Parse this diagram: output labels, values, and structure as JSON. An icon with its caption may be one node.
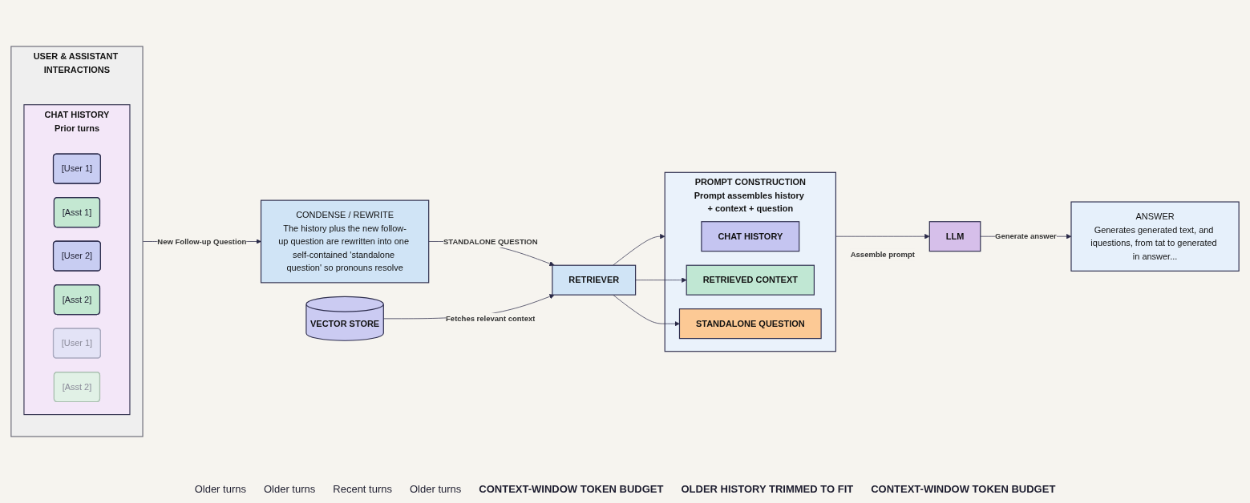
{
  "diagram": {
    "nodes": [
      {
        "text": [
          "USER & ASSISTANT INTERACTIONS"
        ]
      },
      {
        "text": [
          "CHAT HISTORY",
          "Prior turns"
        ],
        "in": 0
      },
      {
        "text": [
          "[User 1]"
        ],
        "in": 1
      },
      {
        "text": [
          "[Asst 1]"
        ],
        "in": 1
      },
      {
        "text": [
          "[User 2]"
        ],
        "in": 1
      },
      {
        "text": [
          "[Asst 2]"
        ],
        "in": 1
      },
      {
        "text": [
          "[User 1]"
        ],
        "in": 1
      },
      {
        "text": [
          "[Asst 2]"
        ],
        "in": 1
      },
      {
        "text": [
          "CONDENSE / REWRITE",
          "The history plus the new follow-up question are rewritten into one self-contained 'standalone question' so pronouns resolve"
        ]
      },
      {
        "text": [
          "RETRIEVER"
        ]
      },
      {
        "text": [
          "VECTOR STORE"
        ]
      },
      {
        "text": [
          "PROMPT CONSTRUCTION",
          "Prompt assembles history + context + question"
        ]
      },
      {
        "text": [
          "CHAT HISTORY"
        ],
        "in": 11
      },
      {
        "text": [
          "RETRIEVED CONTEXT"
        ],
        "in": 11
      },
      {
        "text": [
          "STANDALONE QUESTION"
        ],
        "in": 11
      },
      {
        "text": [
          "LLM"
        ]
      },
      {
        "text": [
          "ANSWER",
          "Generates generated text, and iquestions, from tat to generated in answer..."
        ]
      }
    ],
    "edges": [
      {
        "from": 0,
        "to": 8,
        "arrow": "to",
        "label": "New Follow-up Question"
      },
      {
        "from": 8,
        "to": 9,
        "arrow": "to",
        "label": "STANDALONE QUESTION"
      },
      {
        "from": 10,
        "to": 9,
        "arrow": "to",
        "label": "Fetches relevant context"
      },
      {
        "from": 9,
        "to": 11,
        "arrow": "to"
      },
      {
        "from": 9,
        "to": 13,
        "arrow": "to"
      },
      {
        "from": 9,
        "to": 14,
        "arrow": "to"
      },
      {
        "from": 11,
        "to": 15,
        "arrow": "to",
        "label": "Assemble prompt"
      },
      {
        "from": 15,
        "to": 16,
        "arrow": "to",
        "label": "Generate answer"
      }
    ],
    "labels": [
      "Older turns",
      "Older turns",
      "Recent turns",
      "Older turns",
      "CONTEXT-WINDOW TOKEN BUDGET",
      "OLDER HISTORY TRIMMED TO FIT",
      "CONTEXT-WINDOW TOKEN BUDGET"
    ]
  }
}
